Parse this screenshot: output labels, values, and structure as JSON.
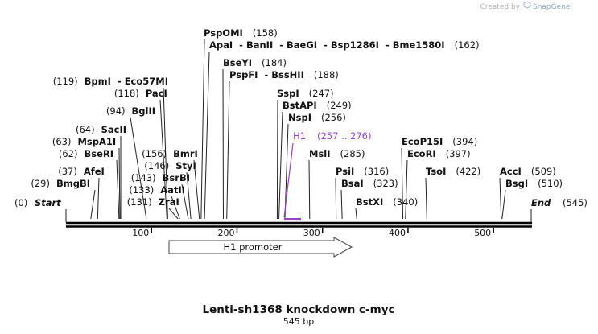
{
  "credit": {
    "prefix": "Created by",
    "brand": "SnapGene"
  },
  "title": "Lenti-sh1368 knockdown c-myc",
  "length_label": "545 bp",
  "total_bp": 545,
  "ticks": [
    "100",
    "200",
    "300",
    "400",
    "500"
  ],
  "ends": {
    "start": "Start",
    "start_pos": "(0)",
    "end": "End",
    "end_pos": "(545)"
  },
  "feature_label": {
    "name": "H1",
    "range": "(257 .. 276)"
  },
  "promoter": "H1 promoter",
  "sites": [
    {
      "text": "BmgBI",
      "pos": "(29)"
    },
    {
      "text": "AfeI",
      "pos": "(37)"
    },
    {
      "text": "BseRI",
      "pos": "(62)"
    },
    {
      "text": "MspA1I",
      "pos": "(63)"
    },
    {
      "text": "SacII",
      "pos": "(64)"
    },
    {
      "text": "BglII",
      "pos": "(94)"
    },
    {
      "text": "PacI",
      "pos": "(118)"
    },
    {
      "text": "BpmI  - Eco57MI",
      "pos": "(119)"
    },
    {
      "text": "ZraI",
      "pos": "(131)"
    },
    {
      "text": "AatII",
      "pos": "(133)"
    },
    {
      "text": "BsrBI",
      "pos": "(143)"
    },
    {
      "text": "StyI",
      "pos": "(146)"
    },
    {
      "text": "BmrI",
      "pos": "(156)"
    },
    {
      "text": "PspOMI",
      "pos": "(158)"
    },
    {
      "text": "ApaI  - BanII  - BaeGI  - Bsp1286I  - Bme1580I",
      "pos": "(162)"
    },
    {
      "text": "BseYI",
      "pos": "(184)"
    },
    {
      "text": "PspFI  - BssHII",
      "pos": "(188)"
    },
    {
      "text": "SspI",
      "pos": "(247)"
    },
    {
      "text": "BstAPI",
      "pos": "(249)"
    },
    {
      "text": "NspI",
      "pos": "(256)"
    },
    {
      "text": "MslI",
      "pos": "(285)"
    },
    {
      "text": "PsiI",
      "pos": "(316)"
    },
    {
      "text": "BsaI",
      "pos": "(323)"
    },
    {
      "text": "BstXI",
      "pos": "(340)"
    },
    {
      "text": "EcoP15I",
      "pos": "(394)"
    },
    {
      "text": "EcoRI",
      "pos": "(397)"
    },
    {
      "text": "TsoI",
      "pos": "(422)"
    },
    {
      "text": "AccI",
      "pos": "(509)"
    },
    {
      "text": "BsgI",
      "pos": "(510)"
    }
  ],
  "colors": {
    "feature": "#9a3fd0",
    "backbone": "#000000",
    "arrow_fill": "#ffffff"
  }
}
